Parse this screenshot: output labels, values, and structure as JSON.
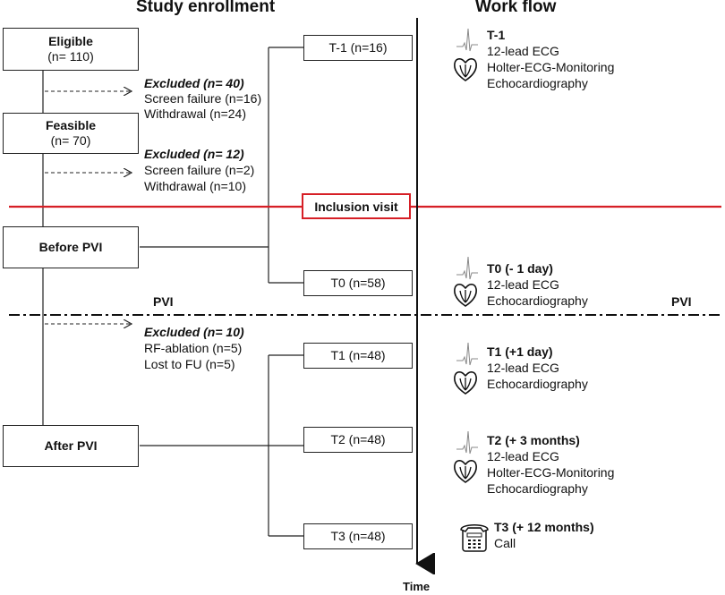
{
  "headers": {
    "enrollment": "Study enrollment",
    "workflow": "Work flow",
    "time": "Time"
  },
  "enrollment": {
    "eligible": {
      "title": "Eligible",
      "count": "(n= 110)"
    },
    "excluded1": {
      "title": "Excluded (n= 40)",
      "lines": [
        "Screen failure (n=16)",
        "Withdrawal (n=24)"
      ]
    },
    "feasible": {
      "title": "Feasible",
      "count": "(n= 70)"
    },
    "excluded2": {
      "title": "Excluded (n= 12)",
      "lines": [
        "Screen failure (n=2)",
        "Withdrawal (n=10)"
      ]
    },
    "before_pvi": "Before PVI",
    "pvi_left": "PVI",
    "pvi_right": "PVI",
    "excluded3": {
      "title": "Excluded (n= 10)",
      "lines": [
        "RF-ablation (n=5)",
        "Lost to FU (n=5)"
      ]
    },
    "after_pvi": "After PVI"
  },
  "inclusion_visit": "Inclusion visit",
  "timepoints": [
    "T-1 (n=16)",
    "T0 (n=58)",
    "T1 (n=48)",
    "T2 (n=48)",
    "T3 (n=48)"
  ],
  "workflow": [
    {
      "title": "T-1",
      "items": [
        "12-lead ECG",
        "Holter-ECG-Monitoring",
        "Echocardiography"
      ]
    },
    {
      "title": "T0 (- 1 day)",
      "items": [
        "12-lead ECG",
        "Echocardiography"
      ]
    },
    {
      "title": "T1 (+1 day)",
      "items": [
        "12-lead ECG",
        "Echocardiography"
      ]
    },
    {
      "title": "T2 (+ 3 months)",
      "items": [
        "12-lead ECG",
        "Holter-ECG-Monitoring",
        "Echocardiography"
      ]
    },
    {
      "title": "T3 (+ 12 months)",
      "items": [
        "Call"
      ]
    }
  ],
  "colors": {
    "inclusion_line": "#d61f26",
    "lines": "#222222"
  },
  "icons": {
    "ecg": "ecg-trace-icon",
    "heart": "heart-echo-icon",
    "phone": "telephone-icon"
  }
}
